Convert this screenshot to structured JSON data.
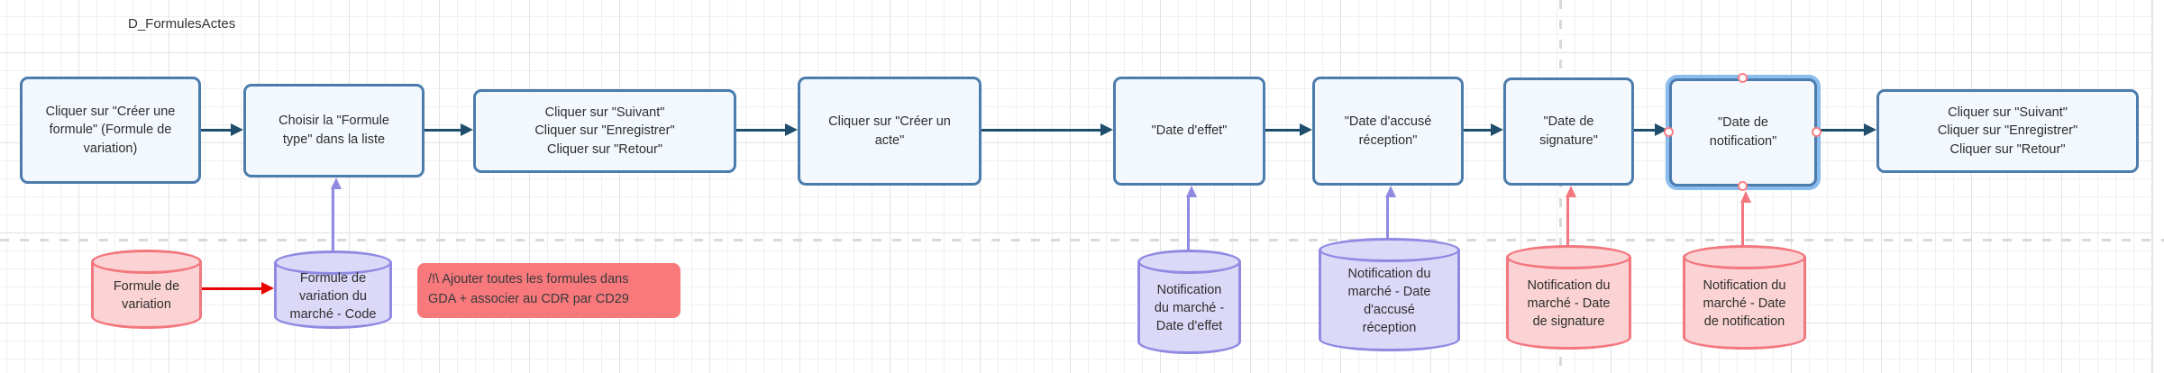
{
  "title": "D_FormulesActes",
  "flow_nodes": [
    {
      "label": "Cliquer sur \"Créer une\nformule\" (Formule de\nvariation)"
    },
    {
      "label": "Choisir la \"Formule\ntype\" dans la liste"
    },
    {
      "label": "Cliquer sur \"Suivant\"\nCliquer sur \"Enregistrer\"\nCliquer sur \"Retour\""
    },
    {
      "label": "Cliquer sur \"Créer un\nacte\""
    },
    {
      "label": "\"Date d'effet\""
    },
    {
      "label": "\"Date d'accusé\nréception\""
    },
    {
      "label": "\"Date de\nsignature\""
    },
    {
      "label": "\"Date de\nnotification\"",
      "selected": true
    },
    {
      "label": "Cliquer sur \"Suivant\"\nCliquer sur \"Enregistrer\"\nCliquer sur \"Retour\""
    }
  ],
  "datastores": [
    {
      "label": "Formule de\nvariation",
      "variant": "pink"
    },
    {
      "label": "Formule de\nvariation du\nmarché - Code",
      "variant": "purple"
    },
    {
      "label": "Notification\ndu marché -\nDate d'effet",
      "variant": "purple"
    },
    {
      "label": "Notification du\nmarché - Date\nd'accusé\nréception",
      "variant": "purple"
    },
    {
      "label": "Notification du\nmarché - Date\nde signature",
      "variant": "pink"
    },
    {
      "label": "Notification du\nmarché - Date\nde notification",
      "variant": "pink"
    }
  ],
  "note": "/!\\ Ajouter toutes les formules dans\nGDA + associer au CDR par CD29",
  "colors": {
    "node_fill": "#f2f8fd",
    "node_stroke": "#4b7cad",
    "connector": "#1f4e6d",
    "purple_fill": "#dcd9f8",
    "purple_stroke": "#908ae2",
    "pink_fill": "#fbd3d4",
    "pink_stroke": "#f2777e",
    "note_bg": "#f7797c",
    "red_arrow": "#e80000",
    "selection_highlight": "#8abdee",
    "handle_stroke": "#fb8086"
  }
}
